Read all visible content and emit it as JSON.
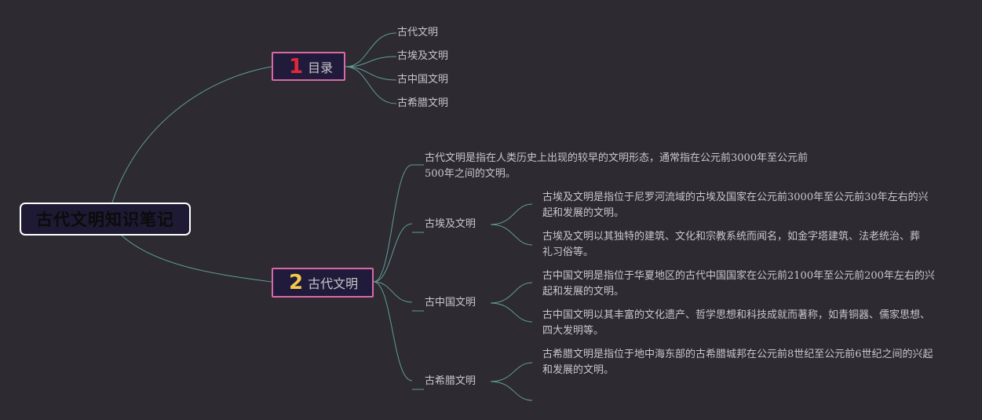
{
  "root": {
    "title": "古代文明知识笔记"
  },
  "branch1": {
    "number": "1",
    "number_color": "#e0283c",
    "label": "目录",
    "items": [
      "古代文明",
      "古埃及文明",
      "古中国文明",
      "古希腊文明"
    ]
  },
  "branch2": {
    "number": "2",
    "number_color": "#f2c94c",
    "label": "古代文明",
    "intro": "古代文明是指在人类历史上出现的较早的文明形态，通常指在公元前3000年至公元前500年之间的文明。",
    "subs": [
      {
        "label": "古埃及文明",
        "details": [
          "古埃及文明是指位于尼罗河流域的古埃及国家在公元前3000年至公元前30年左右的兴起和发展的文明。",
          "古埃及文明以其独特的建筑、文化和宗教系统而闻名，如金字塔建筑、法老统治、葬礼习俗等。"
        ]
      },
      {
        "label": "古中国文明",
        "details": [
          "古中国文明是指位于华夏地区的古代中国国家在公元前2100年至公元前200年左右的兴起和发展的文明。",
          "古中国文明以其丰富的文化遗产、哲学思想和科技成就而著称，如青铜器、儒家思想、四大发明等。"
        ]
      },
      {
        "label": "古希腊文明",
        "details": [
          "古希腊文明是指位于地中海东部的古希腊城邦在公元前8世纪至公元前6世纪之间的兴起和发展的文明。",
          ""
        ]
      }
    ]
  },
  "colors": {
    "background": "#2d2a31",
    "link": "#5f9e98",
    "branch_border": "#d86aa5",
    "branch_fill": "#201b3a",
    "text": "#c9c6cc"
  }
}
